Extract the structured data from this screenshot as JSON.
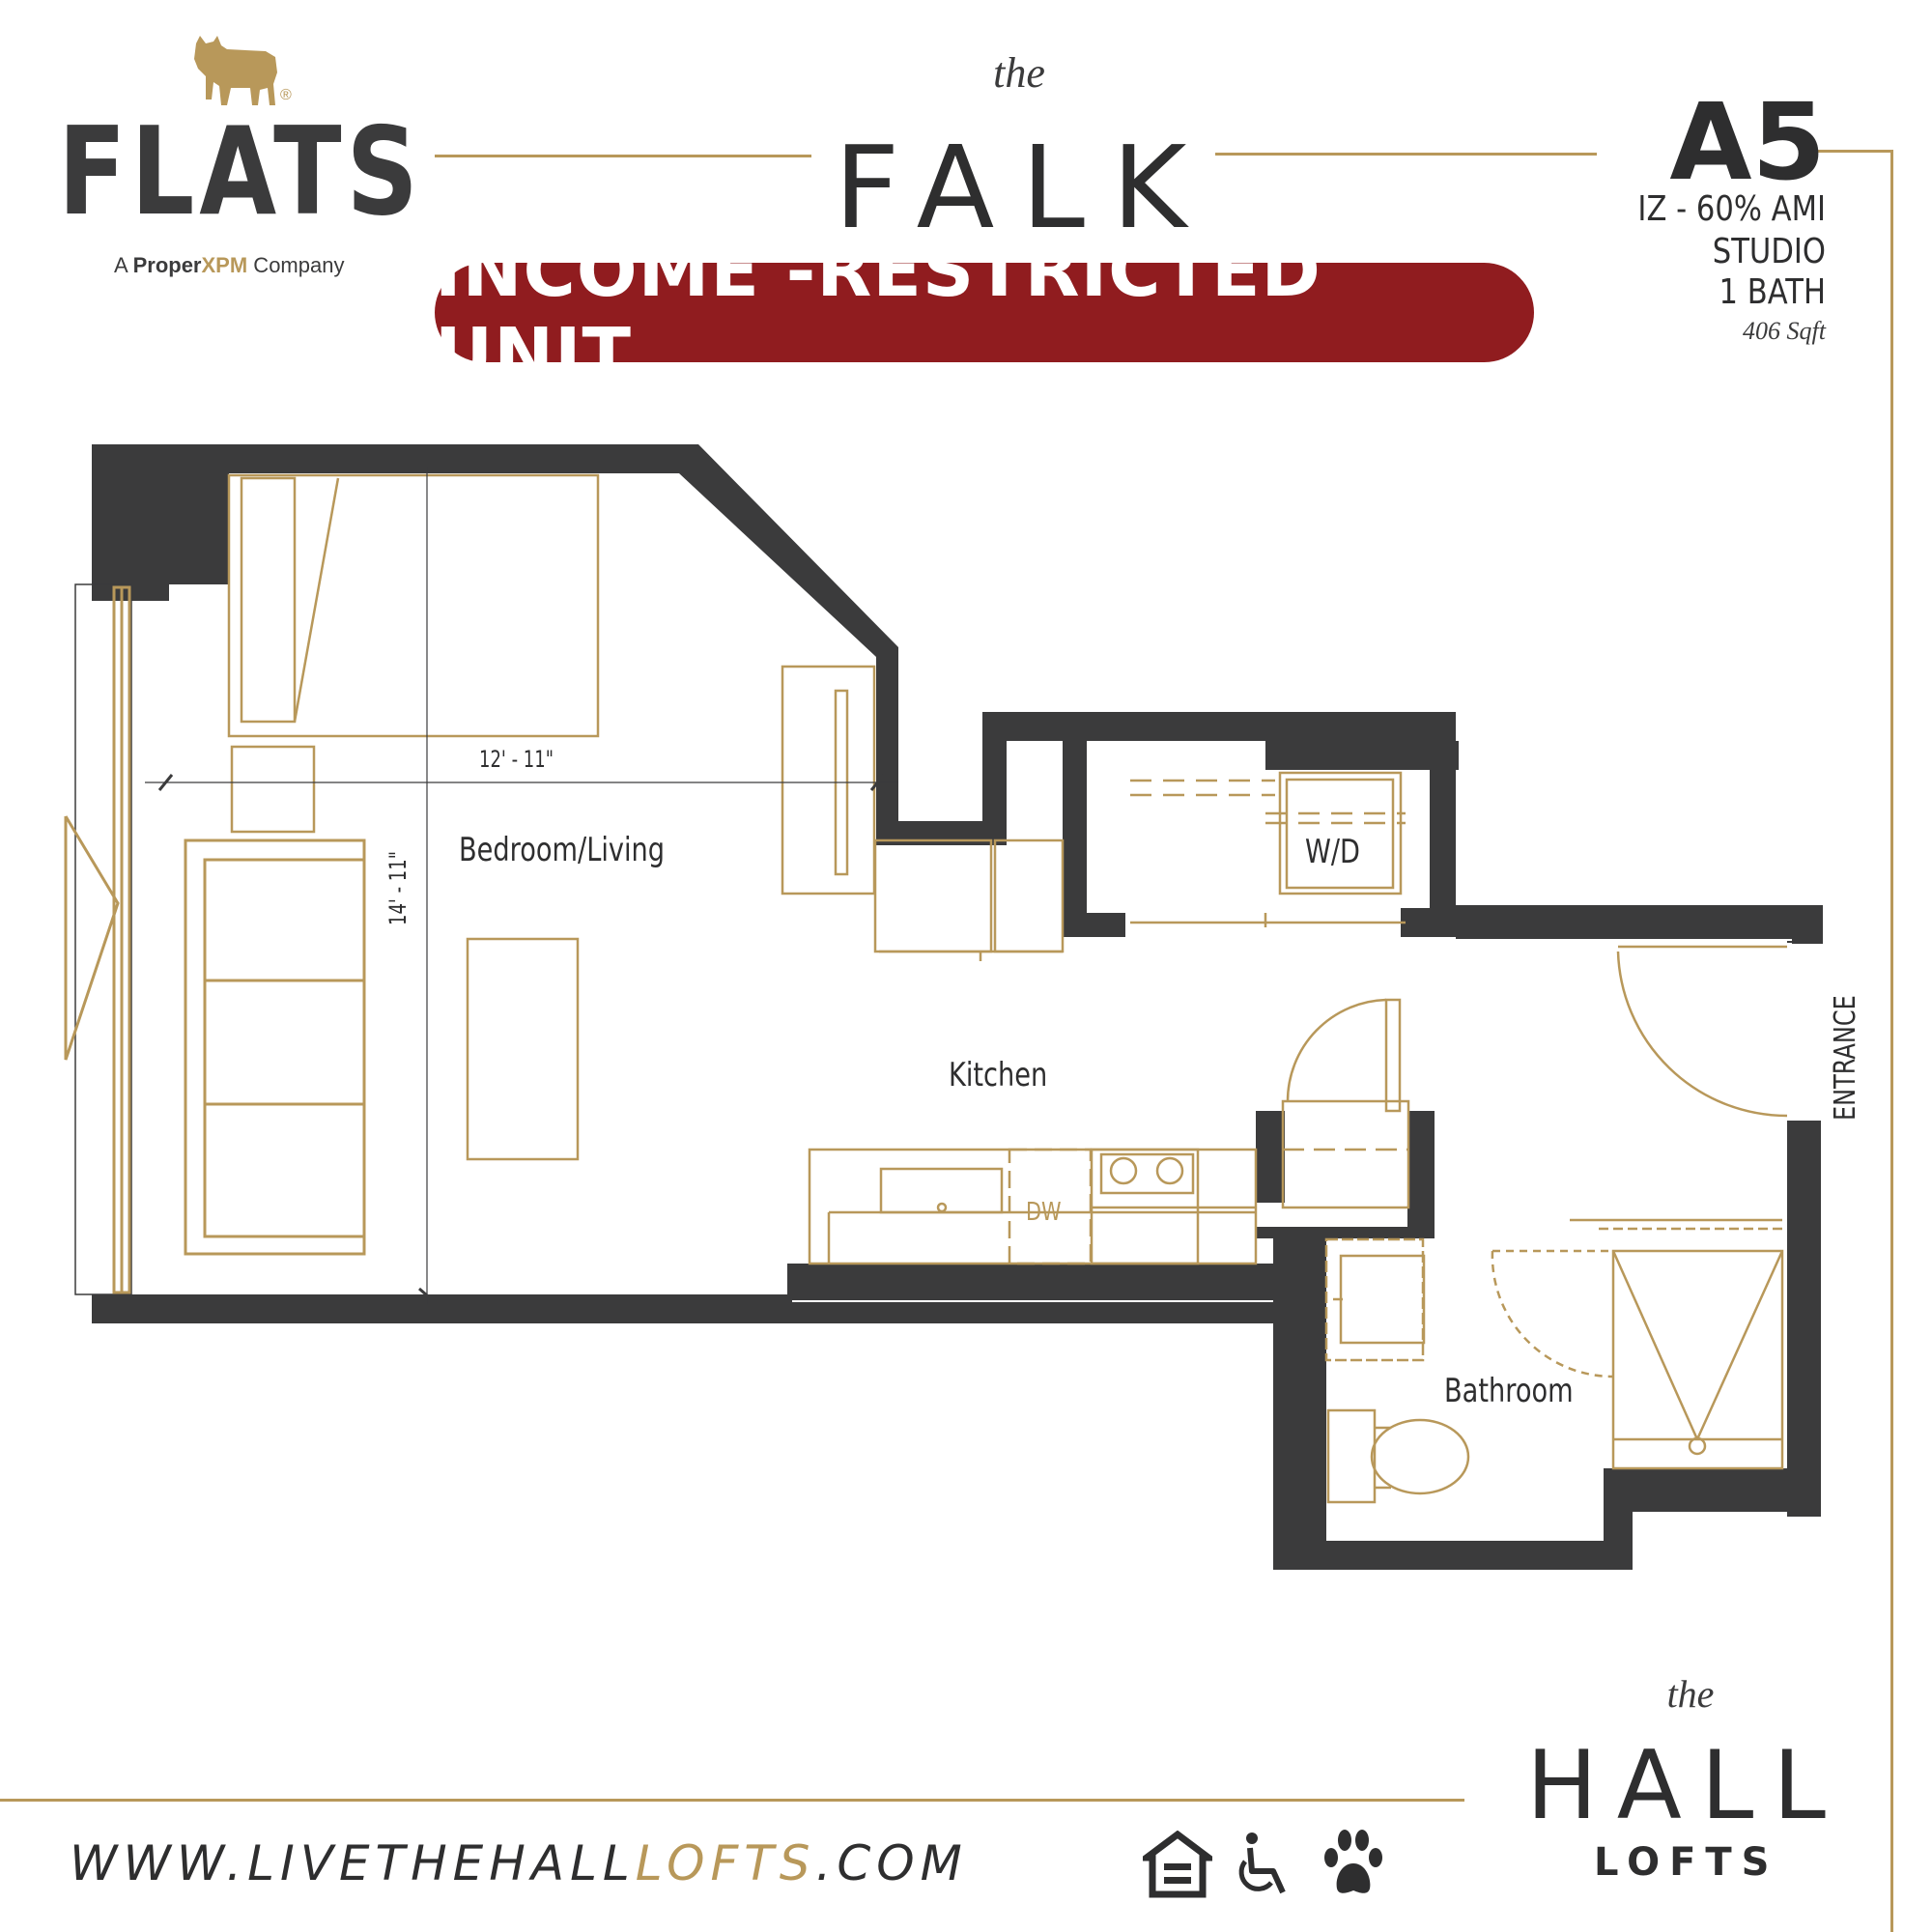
{
  "brand": {
    "logo_word": "FLATS",
    "registered_mark": "®",
    "tagline_prefix": "A ",
    "tagline_brand_a": "Proper",
    "tagline_brand_b": "XPM",
    "tagline_suffix": " Company"
  },
  "header": {
    "the_label": "the",
    "building": "FALK",
    "badge": "INCOME -RESTRICTED UNIT"
  },
  "unit": {
    "code": "A5",
    "program": "IZ - 60% AMI",
    "type": "STUDIO",
    "bath": "1 BATH",
    "sqft": "406 Sqft"
  },
  "plan": {
    "rooms": {
      "bedroom_living": "Bedroom/Living",
      "kitchen": "Kitchen",
      "bathroom": "Bathroom",
      "washer_dryer": "W/D",
      "dishwasher": "DW",
      "entrance": "ENTRANCE"
    },
    "dimensions": {
      "width": "12' - 11\"",
      "depth": "14' - 11\""
    }
  },
  "footer": {
    "url_part1": "WWW.LIVETHEHALL",
    "url_part2": "LOFTS",
    "url_part3": ".COM",
    "icons": [
      "equal-housing-icon",
      "wheelchair-accessible-icon",
      "pet-friendly-icon"
    ],
    "the_label": "the",
    "property": "HALL",
    "property_sub": "LOFTS"
  },
  "colors": {
    "wall": "#3b3b3c",
    "gold": "#b8985a",
    "badge": "#901c1f"
  }
}
